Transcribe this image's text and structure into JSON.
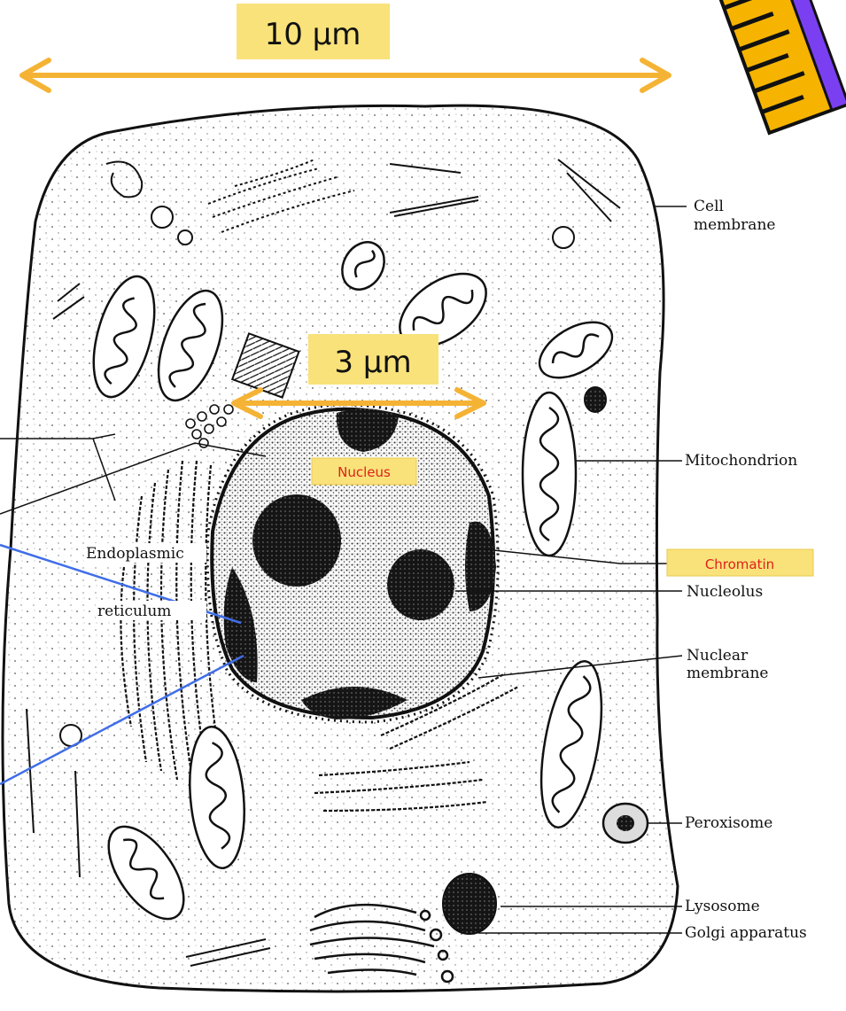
{
  "scale_bars": {
    "cell_width": "10 µm",
    "nucleus_width": "3 µm"
  },
  "highlight_labels": {
    "nucleus": "Nucleus",
    "chromatin": "Chromatin"
  },
  "structure_labels": {
    "cell_membrane_line1": "Cell",
    "cell_membrane_line2": "membrane",
    "mitochondrion": "Mitochondrion",
    "nucleolus": "Nucleolus",
    "nuclear_membrane_line1": "Nuclear",
    "nuclear_membrane_line2": "membrane",
    "peroxisome": "Peroxisome",
    "lysosome": "Lysosome",
    "golgi_apparatus": "Golgi  apparatus",
    "endoplasmic_line1": "Endoplasmic",
    "endoplasmic_line2": "reticulum"
  },
  "colors": {
    "arrow": "#f5b335",
    "tag_bg": "#f9e27a",
    "tag_text_red": "#e0201a",
    "pointer_blue": "#3f6ee8",
    "ink": "#111111"
  }
}
